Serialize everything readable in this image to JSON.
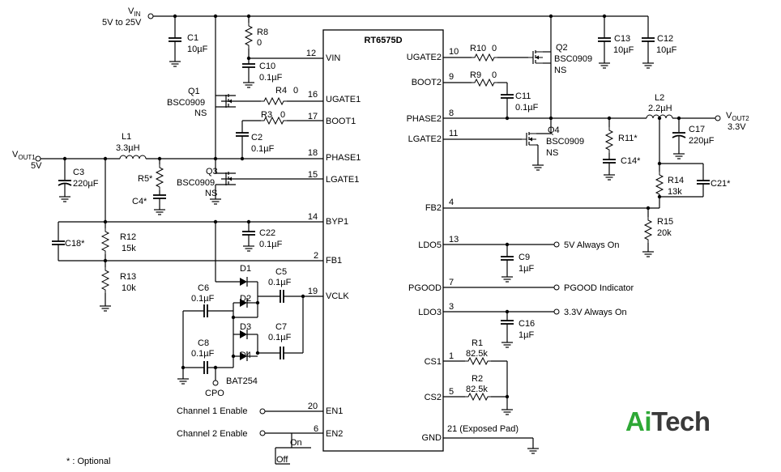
{
  "supply": {
    "vin": "V",
    "vin_sub": "IN",
    "vin_range": "5V to 25V"
  },
  "ic": {
    "name": "RT6575D"
  },
  "pins_left": [
    {
      "num": "12",
      "name": "VIN"
    },
    {
      "num": "16",
      "name": "UGATE1"
    },
    {
      "num": "17",
      "name": "BOOT1"
    },
    {
      "num": "18",
      "name": "PHASE1"
    },
    {
      "num": "15",
      "name": "LGATE1"
    },
    {
      "num": "14",
      "name": "BYP1"
    },
    {
      "num": "2",
      "name": "FB1"
    },
    {
      "num": "19",
      "name": "VCLK"
    },
    {
      "num": "20",
      "name": "EN1"
    },
    {
      "num": "6",
      "name": "EN2"
    }
  ],
  "pins_right": [
    {
      "num": "10",
      "name": "UGATE2"
    },
    {
      "num": "9",
      "name": "BOOT2"
    },
    {
      "num": "8",
      "name": "PHASE2"
    },
    {
      "num": "11",
      "name": "LGATE2"
    },
    {
      "num": "4",
      "name": "FB2"
    },
    {
      "num": "13",
      "name": "LDO5"
    },
    {
      "num": "7",
      "name": "PGOOD"
    },
    {
      "num": "3",
      "name": "LDO3"
    },
    {
      "num": "1",
      "name": "CS1"
    },
    {
      "num": "5",
      "name": "CS2"
    },
    {
      "num": "21 (Exposed Pad)",
      "name": "GND"
    }
  ],
  "components": {
    "C1": {
      "ref": "C1",
      "val": "10µF"
    },
    "R8": {
      "ref": "R8",
      "val": "0"
    },
    "C10": {
      "ref": "C10",
      "val": "0.1µF"
    },
    "Q1": {
      "ref": "Q1",
      "part": "BSC0909",
      "sub": "NS"
    },
    "R4": {
      "ref": "R4",
      "val": "0"
    },
    "R3": {
      "ref": "R3",
      "val": "0"
    },
    "C2": {
      "ref": "C2",
      "val": "0.1µF"
    },
    "L1": {
      "ref": "L1",
      "val": "3.3µH"
    },
    "C3": {
      "ref": "C3",
      "val": "220µF"
    },
    "R5": {
      "ref": "R5*"
    },
    "C4": {
      "ref": "C4*"
    },
    "Q3": {
      "ref": "Q3",
      "part": "BSC0909",
      "sub": "NS"
    },
    "C22": {
      "ref": "C22",
      "val": "0.1µF"
    },
    "C18": {
      "ref": "C18*"
    },
    "R12": {
      "ref": "R12",
      "val": "15k"
    },
    "R13": {
      "ref": "R13",
      "val": "10k"
    },
    "D1": {
      "ref": "D1"
    },
    "D2": {
      "ref": "D2"
    },
    "D3": {
      "ref": "D3"
    },
    "D4": {
      "ref": "D4",
      "part": "BAT254"
    },
    "C5": {
      "ref": "C5",
      "val": "0.1µF"
    },
    "C6": {
      "ref": "C6",
      "val": "0.1µF"
    },
    "C7": {
      "ref": "C7",
      "val": "0.1µF"
    },
    "C8": {
      "ref": "C8",
      "val": "0.1µF"
    },
    "R10": {
      "ref": "R10",
      "val": "0"
    },
    "Q2": {
      "ref": "Q2",
      "part": "BSC0909",
      "sub": "NS"
    },
    "C13": {
      "ref": "C13",
      "val": "10µF"
    },
    "C12": {
      "ref": "C12",
      "val": "10µF"
    },
    "R9": {
      "ref": "R9",
      "val": "0"
    },
    "C11": {
      "ref": "C11",
      "val": "0.1µF"
    },
    "L2": {
      "ref": "L2",
      "val": "2.2µH"
    },
    "Q4": {
      "ref": "Q4",
      "part": "BSC0909",
      "sub": "NS"
    },
    "R11": {
      "ref": "R11*"
    },
    "C14": {
      "ref": "C14*"
    },
    "C17": {
      "ref": "C17",
      "val": "220µF"
    },
    "R14": {
      "ref": "R14",
      "val": "13k"
    },
    "C21": {
      "ref": "C21*"
    },
    "R15": {
      "ref": "R15",
      "val": "20k"
    },
    "C9": {
      "ref": "C9",
      "val": "1µF"
    },
    "C16": {
      "ref": "C16",
      "val": "1µF"
    },
    "R1": {
      "ref": "R1",
      "val": "82.5k"
    },
    "R2": {
      "ref": "R2",
      "val": "82.5k"
    }
  },
  "outputs": {
    "vout1": "V",
    "vout1_sub": "OUT1",
    "vout1_val": "5V",
    "vout2": "V",
    "vout2_sub": "OUT2",
    "vout2_val": "3.3V",
    "ldo5": "5V Always On",
    "pgood": "PGOOD Indicator",
    "ldo3": "3.3V Always On",
    "cpo": "CPO"
  },
  "controls": {
    "ch1_enable": "Channel 1 Enable",
    "ch2_enable": "Channel 2 Enable",
    "on": "On",
    "off": "Off"
  },
  "footnote": "* : Optional",
  "logo": {
    "part1": "Ai",
    "part2": "Tech"
  },
  "colors": {
    "logo_green": "#2ea836",
    "logo_dark": "#3a3a3a"
  }
}
